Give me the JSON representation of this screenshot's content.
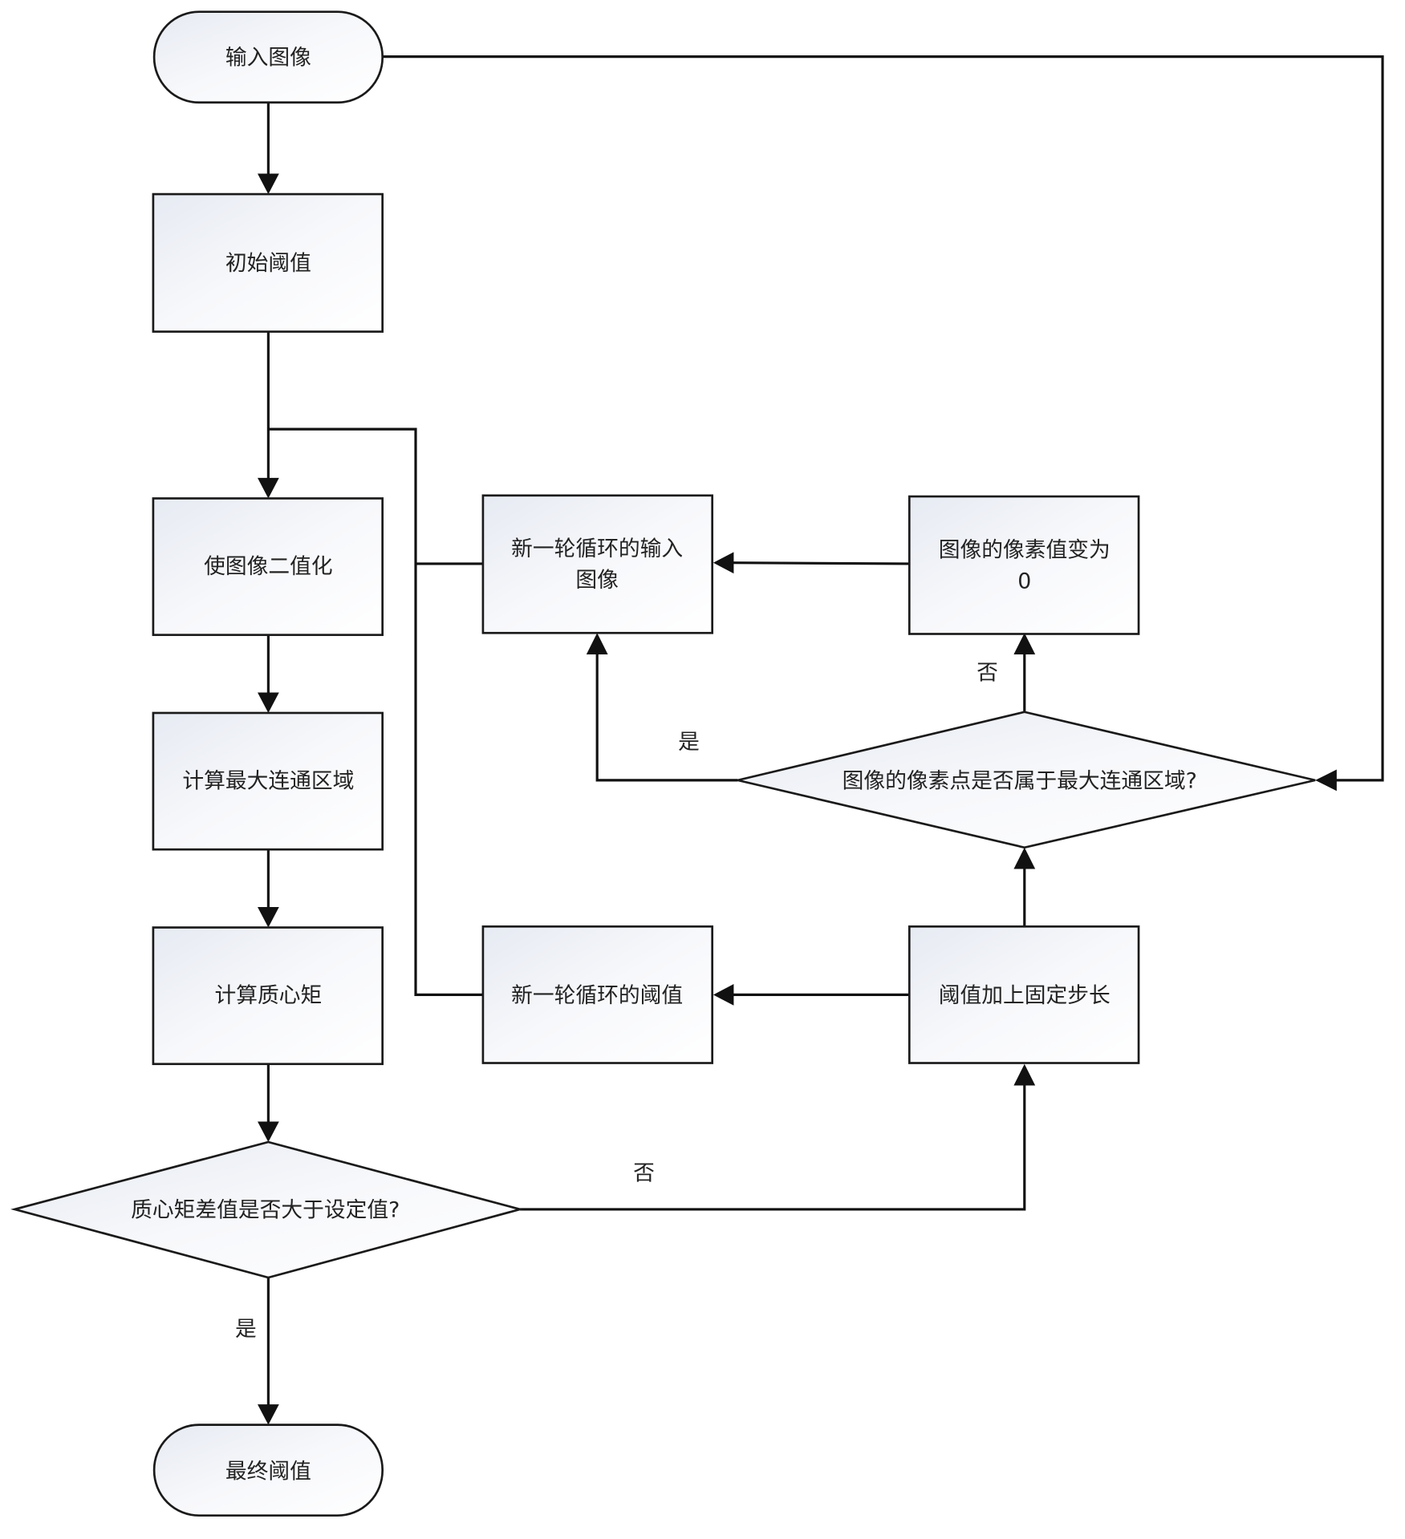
{
  "diagram": {
    "nodes": {
      "input_image": {
        "label": [
          "输入图像"
        ],
        "kind": "terminal"
      },
      "initial_threshold": {
        "label": [
          "初始阈值"
        ],
        "kind": "process"
      },
      "binarize": {
        "label": [
          "使图像二值化"
        ],
        "kind": "process"
      },
      "max_connected": {
        "label": [
          "计算最大连通区域"
        ],
        "kind": "process"
      },
      "centroid_moment": {
        "label": [
          "计算质心矩"
        ],
        "kind": "process"
      },
      "moment_diff_decision": {
        "label": [
          "质心矩差值是否大于设定值?"
        ],
        "kind": "decision"
      },
      "final_threshold": {
        "label": [
          "最终阈值"
        ],
        "kind": "terminal"
      },
      "new_input_image": {
        "label": [
          "新一轮循环的输入",
          "图像"
        ],
        "kind": "process"
      },
      "pixel_to_zero": {
        "label": [
          "图像的像素值变为",
          "0"
        ],
        "kind": "process"
      },
      "pixel_in_region_decision": {
        "label": [
          "图像的像素点是否属于最大连通区域?"
        ],
        "kind": "decision"
      },
      "new_threshold": {
        "label": [
          "新一轮循环的阈值"
        ],
        "kind": "process"
      },
      "threshold_plus_step": {
        "label": [
          "阈值加上固定步长"
        ],
        "kind": "process"
      }
    },
    "edge_labels": {
      "region_yes": "是",
      "region_no": "否",
      "diff_no": "否",
      "diff_yes": "是"
    },
    "edges": [
      {
        "from": "input_image",
        "to": "initial_threshold"
      },
      {
        "from": "initial_threshold",
        "to": "binarize"
      },
      {
        "from": "binarize",
        "to": "max_connected"
      },
      {
        "from": "max_connected",
        "to": "centroid_moment"
      },
      {
        "from": "centroid_moment",
        "to": "moment_diff_decision"
      },
      {
        "from": "moment_diff_decision",
        "to": "final_threshold",
        "label": "是"
      },
      {
        "from": "moment_diff_decision",
        "to": "threshold_plus_step",
        "label": "否"
      },
      {
        "from": "threshold_plus_step",
        "to": "new_threshold"
      },
      {
        "from": "threshold_plus_step",
        "to": "pixel_in_region_decision"
      },
      {
        "from": "input_image",
        "to": "pixel_in_region_decision"
      },
      {
        "from": "pixel_in_region_decision",
        "to": "new_input_image",
        "label": "是"
      },
      {
        "from": "pixel_in_region_decision",
        "to": "pixel_to_zero",
        "label": "否"
      },
      {
        "from": "pixel_to_zero",
        "to": "new_input_image"
      },
      {
        "from": "new_input_image",
        "to": "binarize"
      },
      {
        "from": "new_threshold",
        "to": "binarize"
      }
    ]
  }
}
